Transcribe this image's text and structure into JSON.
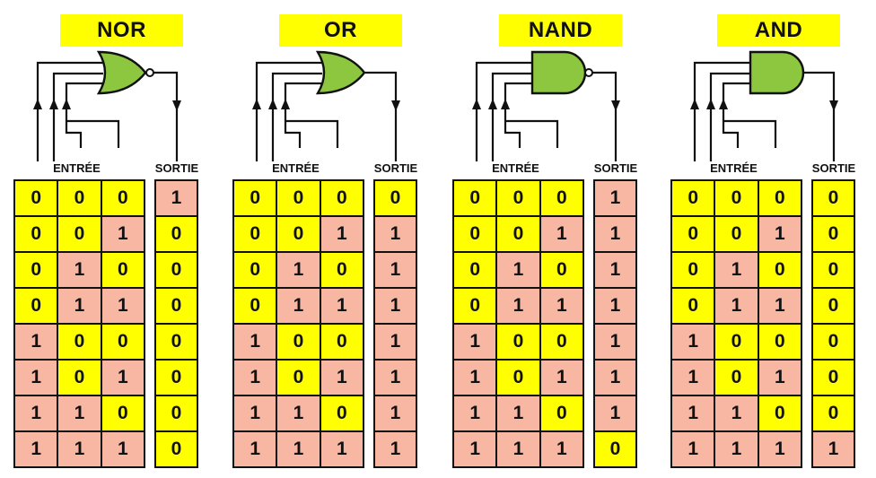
{
  "labels": {
    "input": "ENTRÉE",
    "output": "SORTIE"
  },
  "colors": {
    "zero": "#ffff00",
    "one": "#f7b7a3",
    "gate_fill": "#8dc63f"
  },
  "gates": [
    {
      "name": "NOR",
      "shape": "or",
      "bubble": true,
      "inputs": [
        [
          "0",
          "0",
          "0"
        ],
        [
          "0",
          "0",
          "1"
        ],
        [
          "0",
          "1",
          "0"
        ],
        [
          "0",
          "1",
          "1"
        ],
        [
          "1",
          "0",
          "0"
        ],
        [
          "1",
          "0",
          "1"
        ],
        [
          "1",
          "1",
          "0"
        ],
        [
          "1",
          "1",
          "1"
        ]
      ],
      "outputs": [
        "1",
        "0",
        "0",
        "0",
        "0",
        "0",
        "0",
        "0"
      ]
    },
    {
      "name": "OR",
      "shape": "or",
      "bubble": false,
      "inputs": [
        [
          "0",
          "0",
          "0"
        ],
        [
          "0",
          "0",
          "1"
        ],
        [
          "0",
          "1",
          "0"
        ],
        [
          "0",
          "1",
          "1"
        ],
        [
          "1",
          "0",
          "0"
        ],
        [
          "1",
          "0",
          "1"
        ],
        [
          "1",
          "1",
          "0"
        ],
        [
          "1",
          "1",
          "1"
        ]
      ],
      "outputs": [
        "0",
        "1",
        "1",
        "1",
        "1",
        "1",
        "1",
        "1"
      ]
    },
    {
      "name": "NAND",
      "shape": "and",
      "bubble": true,
      "inputs": [
        [
          "0",
          "0",
          "0"
        ],
        [
          "0",
          "0",
          "1"
        ],
        [
          "0",
          "1",
          "0"
        ],
        [
          "0",
          "1",
          "1"
        ],
        [
          "1",
          "0",
          "0"
        ],
        [
          "1",
          "0",
          "1"
        ],
        [
          "1",
          "1",
          "0"
        ],
        [
          "1",
          "1",
          "1"
        ]
      ],
      "outputs": [
        "1",
        "1",
        "1",
        "1",
        "1",
        "1",
        "1",
        "0"
      ]
    },
    {
      "name": "AND",
      "shape": "and",
      "bubble": false,
      "inputs": [
        [
          "0",
          "0",
          "0"
        ],
        [
          "0",
          "0",
          "1"
        ],
        [
          "0",
          "1",
          "0"
        ],
        [
          "0",
          "1",
          "1"
        ],
        [
          "1",
          "0",
          "0"
        ],
        [
          "1",
          "0",
          "1"
        ],
        [
          "1",
          "1",
          "0"
        ],
        [
          "1",
          "1",
          "1"
        ]
      ],
      "outputs": [
        "0",
        "0",
        "0",
        "0",
        "0",
        "0",
        "0",
        "1"
      ]
    }
  ]
}
